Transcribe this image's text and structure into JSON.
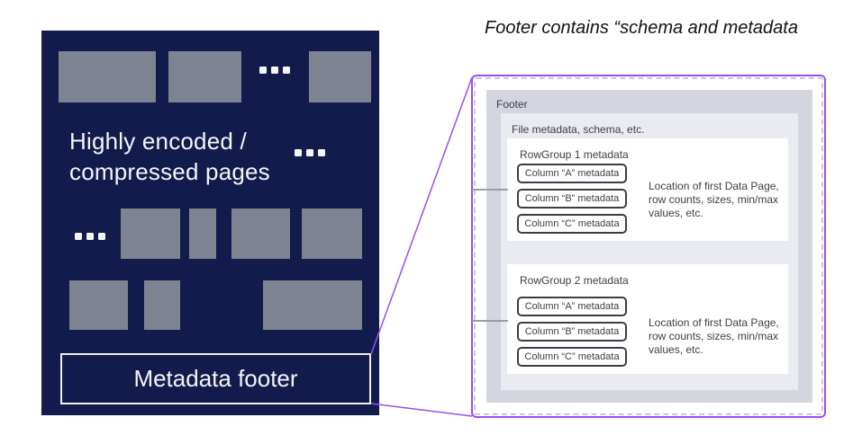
{
  "colors": {
    "file_background": "#131b4d",
    "page_block_gray": "#7e8391",
    "accent_purple": "#9b4ff0",
    "footer_box_bg": "#d3d6de",
    "file_metadata_box_bg": "#eaebf0",
    "text_dark": "#3c4043"
  },
  "caption": {
    "text": "Footer contains “schema and metadata"
  },
  "file_diagram": {
    "pages_label_line1": "Highly encoded /",
    "pages_label_line2": "compressed pages",
    "footer_label": "Metadata footer"
  },
  "zoom_panel": {
    "footer_title": "Footer",
    "file_metadata_label": "File metadata, schema, etc.",
    "rowgroups": [
      {
        "title": "RowGroup 1 metadata",
        "columns": [
          "Column “A” metadata",
          "Column “B” metadata",
          "Column “C” metadata"
        ],
        "note_lines": [
          "Location of first Data Page,",
          "row counts, sizes, min/max",
          "values, etc."
        ]
      },
      {
        "title": "RowGroup 2 metadata",
        "columns": [
          "Column “A” metadata",
          "Column “B” metadata",
          "Column “C” metadata"
        ],
        "note_lines": [
          "Location of first Data Page,",
          "row counts, sizes, min/max",
          "values, etc."
        ]
      }
    ]
  }
}
